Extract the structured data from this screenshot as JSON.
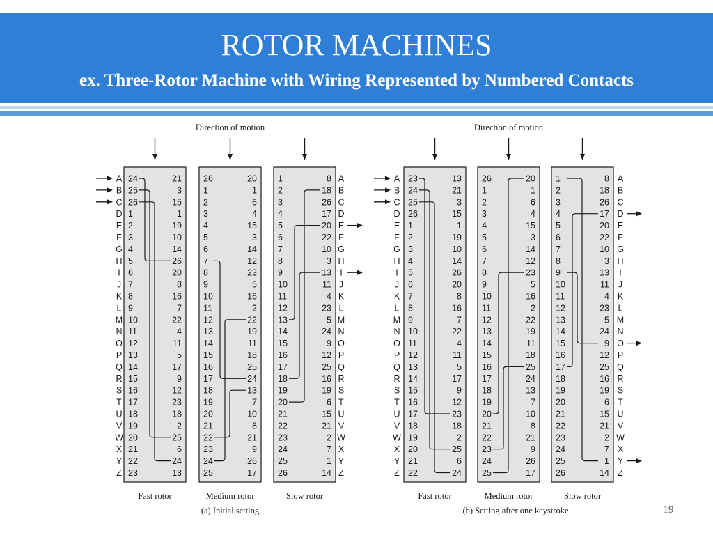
{
  "header": {
    "title": "ROTOR MACHINES",
    "subtitle": "ex. Three-Rotor Machine with Wiring Represented by Numbered Contacts"
  },
  "page_number": "19",
  "letters": [
    "A",
    "B",
    "C",
    "D",
    "E",
    "F",
    "G",
    "H",
    "I",
    "J",
    "K",
    "L",
    "M",
    "N",
    "O",
    "P",
    "Q",
    "R",
    "S",
    "T",
    "U",
    "V",
    "W",
    "X",
    "Y",
    "Z"
  ],
  "colors": {
    "header": "#2f7fd6",
    "rotor_fill": "#e3e3e3",
    "line": "#1a1a1a"
  },
  "panels": [
    {
      "id": "initial",
      "direction_label": "Direction of motion",
      "caption": "(a) Initial setting",
      "input_arrows": [
        "A",
        "B",
        "C"
      ],
      "output_arrows": [
        "E",
        "I"
      ],
      "rotors": [
        {
          "label": "Fast rotor",
          "left": [
            24,
            25,
            26,
            1,
            2,
            3,
            4,
            5,
            6,
            7,
            8,
            9,
            10,
            11,
            12,
            13,
            14,
            15,
            16,
            17,
            18,
            19,
            20,
            21,
            22,
            23
          ],
          "right": [
            21,
            3,
            15,
            1,
            19,
            10,
            14,
            26,
            20,
            8,
            16,
            7,
            22,
            4,
            11,
            5,
            17,
            9,
            12,
            23,
            18,
            2,
            25,
            6,
            24,
            13
          ],
          "paths": [
            [
              0,
              7
            ],
            [
              1,
              22
            ],
            [
              2,
              24
            ]
          ]
        },
        {
          "label": "Medium rotor",
          "left": [
            26,
            1,
            2,
            3,
            4,
            5,
            6,
            7,
            8,
            9,
            10,
            11,
            12,
            13,
            14,
            15,
            16,
            17,
            18,
            19,
            20,
            21,
            22,
            23,
            24,
            25
          ],
          "right": [
            20,
            1,
            6,
            4,
            15,
            3,
            14,
            12,
            23,
            5,
            16,
            2,
            22,
            19,
            11,
            18,
            25,
            24,
            13,
            7,
            10,
            8,
            21,
            9,
            26,
            17
          ],
          "paths": [
            [
              7,
              17
            ],
            [
              24,
              12
            ],
            [
              22,
              18
            ]
          ]
        },
        {
          "label": "Slow rotor",
          "left": [
            1,
            2,
            3,
            4,
            5,
            6,
            7,
            8,
            9,
            10,
            11,
            12,
            13,
            14,
            15,
            16,
            17,
            18,
            19,
            20,
            21,
            22,
            23,
            24,
            25,
            26
          ],
          "right": [
            8,
            18,
            26,
            17,
            20,
            22,
            10,
            3,
            13,
            11,
            4,
            23,
            5,
            24,
            9,
            12,
            25,
            16,
            19,
            6,
            15,
            21,
            2,
            7,
            1,
            14
          ],
          "paths": [
            [
              12,
              4
            ],
            [
              17,
              8
            ],
            [
              19,
              1
            ]
          ]
        }
      ]
    },
    {
      "id": "after",
      "direction_label": "Direction of motion",
      "caption": "(b) Setting after one keystroke",
      "input_arrows": [
        "A",
        "B",
        "C"
      ],
      "output_arrows": [
        "D",
        "O",
        "Y"
      ],
      "rotors": [
        {
          "label": "Fast rotor",
          "left": [
            23,
            24,
            25,
            26,
            1,
            2,
            3,
            4,
            5,
            6,
            7,
            8,
            9,
            10,
            11,
            12,
            13,
            14,
            15,
            16,
            17,
            18,
            19,
            20,
            21,
            22
          ],
          "right": [
            13,
            21,
            3,
            15,
            1,
            19,
            10,
            14,
            26,
            20,
            8,
            16,
            7,
            22,
            4,
            11,
            5,
            17,
            9,
            12,
            23,
            18,
            2,
            25,
            6,
            24
          ],
          "paths": [
            [
              0,
              20
            ],
            [
              1,
              23
            ],
            [
              2,
              25
            ]
          ]
        },
        {
          "label": "Medium rotor",
          "left": [
            26,
            1,
            2,
            3,
            4,
            5,
            6,
            7,
            8,
            9,
            10,
            11,
            12,
            13,
            14,
            15,
            16,
            17,
            18,
            19,
            20,
            21,
            22,
            23,
            24,
            25
          ],
          "right": [
            20,
            1,
            6,
            4,
            15,
            3,
            14,
            12,
            23,
            5,
            16,
            2,
            22,
            19,
            11,
            18,
            25,
            24,
            13,
            7,
            10,
            8,
            21,
            9,
            26,
            17
          ],
          "paths": [
            [
              20,
              8
            ],
            [
              23,
              16
            ],
            [
              25,
              0
            ]
          ]
        },
        {
          "label": "Slow rotor",
          "left": [
            1,
            2,
            3,
            4,
            5,
            6,
            7,
            8,
            9,
            10,
            11,
            12,
            13,
            14,
            15,
            16,
            17,
            18,
            19,
            20,
            21,
            22,
            23,
            24,
            25,
            26
          ],
          "right": [
            8,
            18,
            26,
            17,
            20,
            22,
            10,
            3,
            13,
            11,
            4,
            23,
            5,
            24,
            9,
            12,
            25,
            16,
            19,
            6,
            15,
            21,
            2,
            7,
            1,
            14
          ],
          "paths": [
            [
              16,
              3
            ],
            [
              8,
              14
            ],
            [
              0,
              24
            ]
          ]
        }
      ]
    }
  ]
}
